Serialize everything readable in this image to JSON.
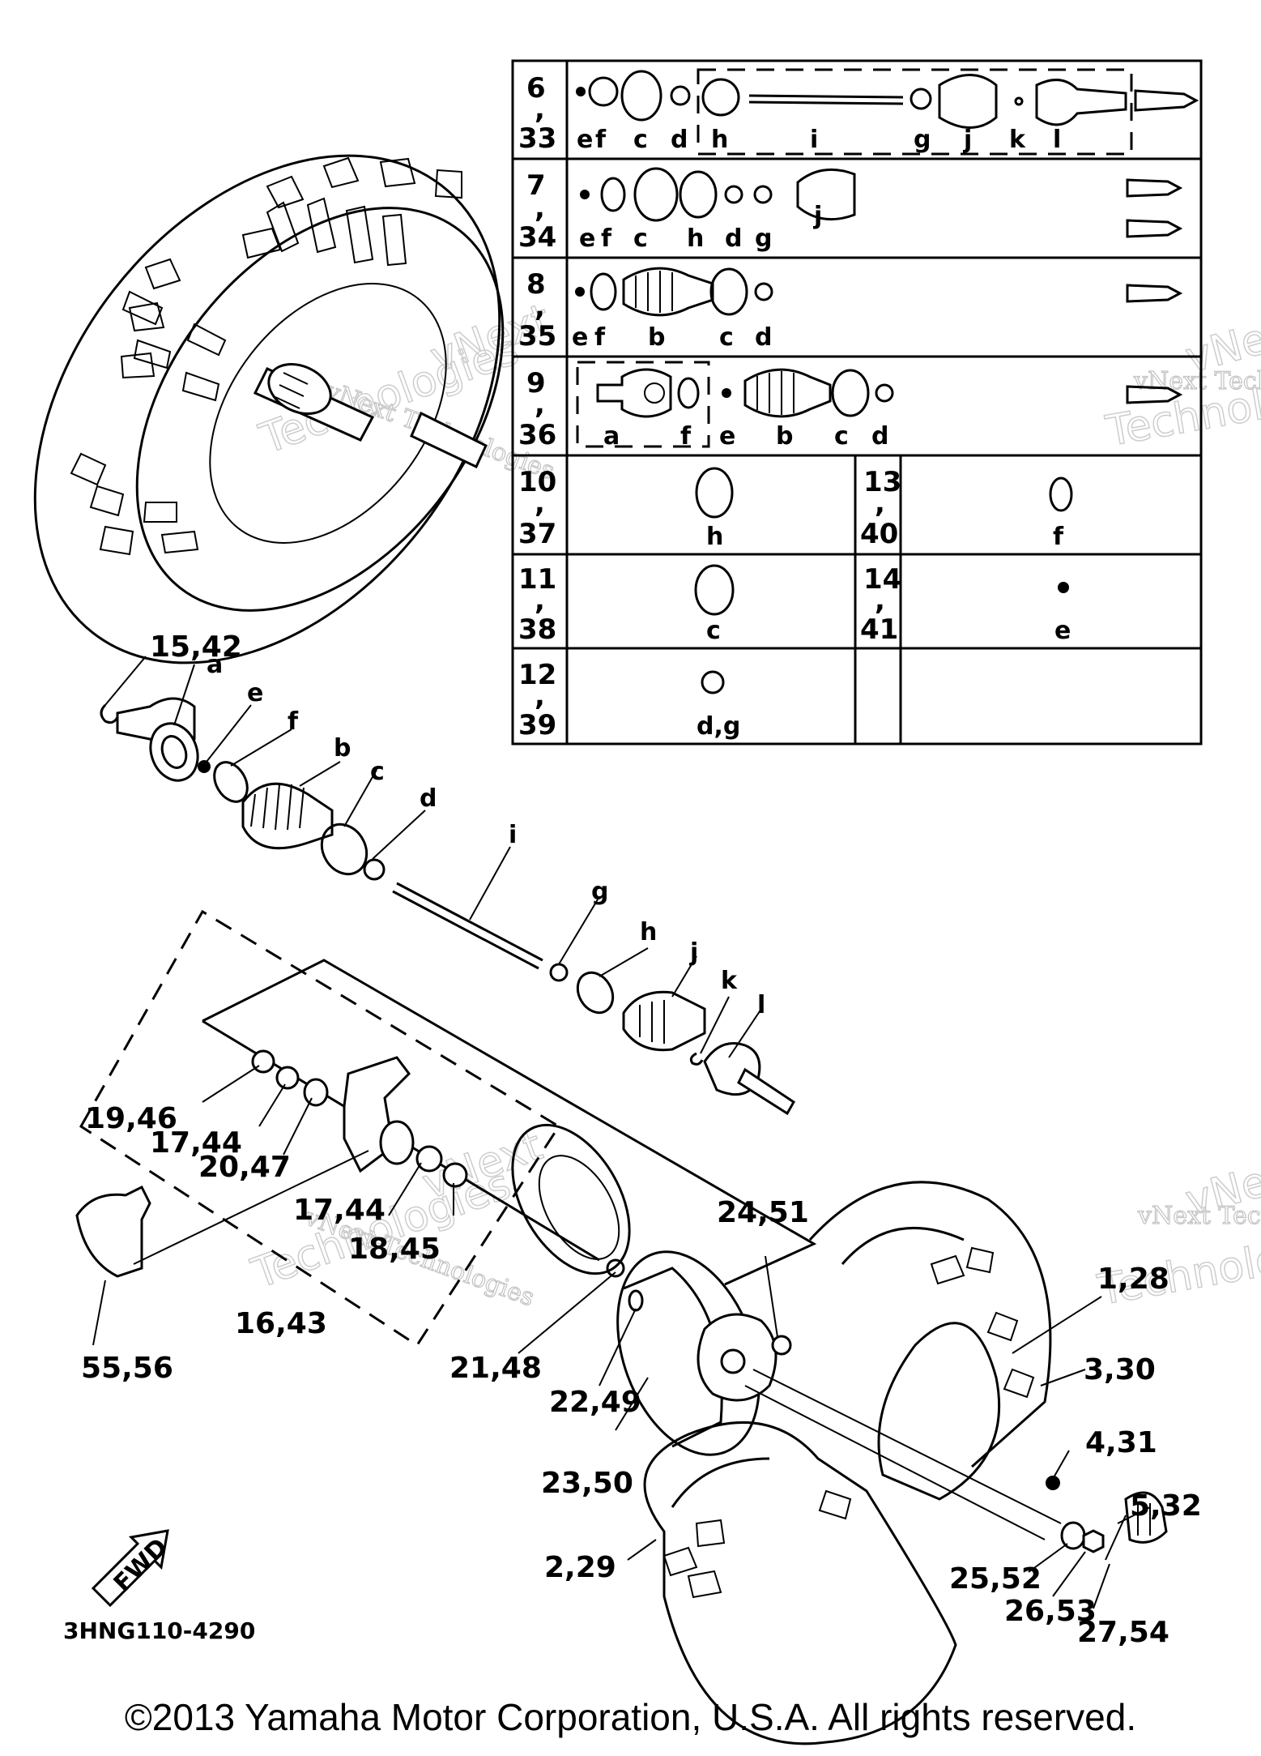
{
  "table": {
    "rows": [
      {
        "top": "6",
        "mid": ",",
        "bot": "33",
        "letters": [
          "e",
          "f",
          "c",
          "d",
          "h",
          "i",
          "g",
          "j",
          "k",
          "l"
        ]
      },
      {
        "top": "7",
        "mid": ",",
        "bot": "34",
        "letters": [
          "e",
          "f",
          "c",
          "h",
          "d",
          "g",
          "j"
        ]
      },
      {
        "top": "8",
        "mid": ",",
        "bot": "35",
        "letters": [
          "e",
          "f",
          "b",
          "c",
          "d"
        ]
      },
      {
        "top": "9",
        "mid": ",",
        "bot": "36",
        "letters": [
          "a",
          "f",
          "e",
          "b",
          "c",
          "d"
        ]
      },
      {
        "top": "10",
        "mid": ",",
        "bot": "37",
        "letters": [
          "h"
        ],
        "right": {
          "top": "13",
          "mid": ",",
          "bot": "40",
          "letters": [
            "f"
          ]
        }
      },
      {
        "top": "11",
        "mid": ",",
        "bot": "38",
        "letters": [
          "c"
        ],
        "right": {
          "top": "14",
          "mid": ",",
          "bot": "41",
          "letters": [
            "e"
          ]
        }
      },
      {
        "top": "12",
        "mid": ",",
        "bot": "39",
        "letters": [
          "d,g"
        ]
      }
    ]
  },
  "callouts": {
    "c15_42": "15,42",
    "ca": "a",
    "ce": "e",
    "cf": "f",
    "cb": "b",
    "cc": "c",
    "cd": "d",
    "ci": "i",
    "cg": "g",
    "ch": "h",
    "cj": "j",
    "ck": "k",
    "cl": "l",
    "c19_46": "19,46",
    "c17_44": "17,44",
    "c20_47": "20,47",
    "c17_44b": "17,44",
    "c18_45": "18,45",
    "c16_43": "16,43",
    "c55_56": "55,56",
    "c21_48": "21,48",
    "c22_49": "22,49",
    "c23_50": "23,50",
    "c24_51": "24,51",
    "c1_28": "1,28",
    "c3_30": "3,30",
    "c4_31": "4,31",
    "c5_32": "5,32",
    "c2_29": "2,29",
    "c25_52": "25,52",
    "c26_53": "26,53",
    "c27_54": "27,54",
    "fwd": "FWD"
  },
  "watermark": {
    "line1": "vNext Technologies",
    "line2": "Technologies",
    "line3": "vNext"
  },
  "diagram_code": "3HNG110-4290",
  "copyright": "©2013 Yamaha Motor Corporation, U.S.A. All rights reserved."
}
